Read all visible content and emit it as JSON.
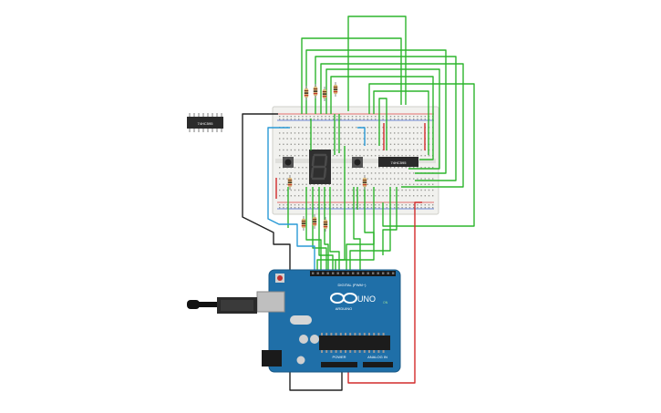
{
  "app": {
    "title": "Circuit simulator canvas"
  },
  "components": {
    "loose_ic": {
      "label": "74HC595"
    },
    "breadboard_ic": {
      "label": "74HC595"
    },
    "arduino": {
      "logo_text": "UNO",
      "brand_text": "ARDUINO",
      "digital_label": "DIGITAL (PWM~)",
      "power_label": "POWER",
      "analog_label": "ANALOG IN",
      "on_label": "ON"
    }
  },
  "colors": {
    "wire_green": "#2db52d",
    "wire_black": "#222222",
    "wire_blue": "#2a9ad6",
    "wire_red": "#d22b2b",
    "arduino_board": "#1f6fa8",
    "breadboard": "#f1f1ee",
    "ic_body": "#2b2b2b"
  },
  "icons": [
    "resistor-icon",
    "pushbutton-icon",
    "seven-segment-icon",
    "usb-cable-icon",
    "power-jack-icon"
  ]
}
